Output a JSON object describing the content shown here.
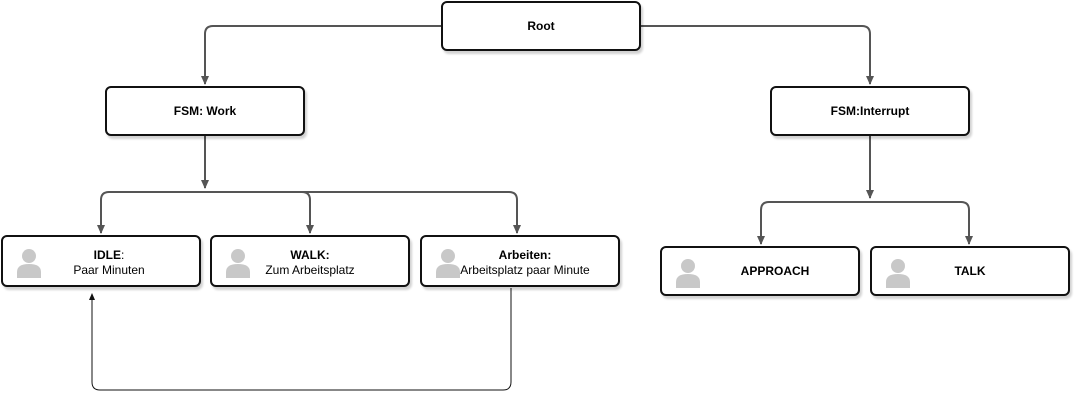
{
  "diagram": {
    "root": {
      "label": "Root"
    },
    "fsm_work": {
      "label": "FSM: Work"
    },
    "fsm_interrupt": {
      "label": "FSM:Interrupt"
    },
    "idle": {
      "title": "IDLE",
      "suffix": ":",
      "subtitle": "Paar Minuten"
    },
    "walk": {
      "title": "WALK:",
      "subtitle": "Zum Arbeitsplatz"
    },
    "arbeiten": {
      "title": "Arbeiten:",
      "subtitle": "Arbeitsplatz paar Minute"
    },
    "approach": {
      "label": "APPROACH"
    },
    "talk": {
      "label": "TALK"
    }
  },
  "colors": {
    "edge": "#555555",
    "border": "#111111",
    "icon": "#c8c8c8"
  },
  "icons": {
    "state": "person-icon"
  }
}
